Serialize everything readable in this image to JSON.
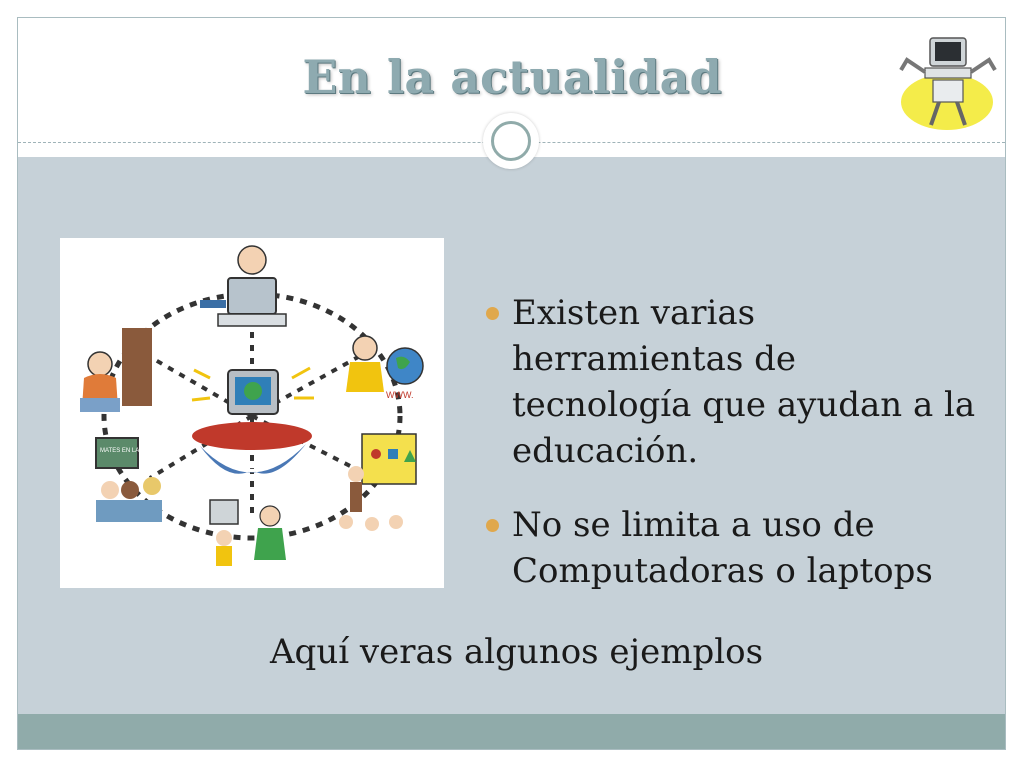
{
  "slide": {
    "title": "En la actualidad",
    "bullets": [
      {
        "text": "Existen varias herramientas de tecnología que ayudan a la educación."
      },
      {
        "text": "No se limita a uso de Computadoras o laptops"
      }
    ],
    "footer_text": "Aquí veras algunos ejemplos"
  },
  "illustration": {
    "book_label": "MATES EN LA TELE",
    "web_label": "WWW."
  },
  "colors": {
    "title": "#8eaab0",
    "content_band": "#c6d1d8",
    "bottom_band": "#90abaa",
    "bullet": "#e0a84c"
  },
  "icons": [
    "computer-robot-icon",
    "education-technology-illustration"
  ]
}
